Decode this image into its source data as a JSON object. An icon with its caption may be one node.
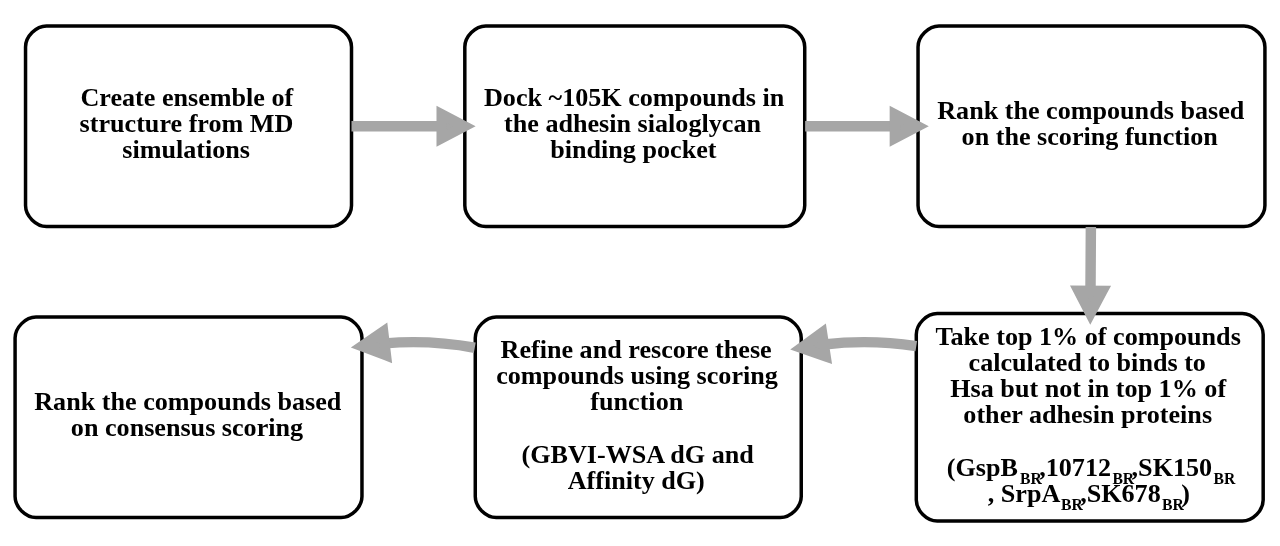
{
  "diagram": {
    "nodes": [
      {
        "text": [
          "Create ensemble of structure from MD simulations"
        ]
      },
      {
        "text": [
          "Dock ~105K compounds in the adhesin sialoglycan binding pocket"
        ]
      },
      {
        "text": [
          "Rank the compounds based on the scoring function"
        ]
      },
      {
        "text": [
          "Take top 1% of compounds calculated to binds to Hsa but not in top 1% of other adhesin proteins",
          "(GspB$_{BR}$,10712$_{BR}$,SK150$_{BR}$ , SrpA$_{BR}$,SK678$_{BR}$)"
        ]
      },
      {
        "text": [
          "Refine and rescore these compounds using scoring function",
          "(GBVI-WSA dG and Affinity dG)"
        ]
      },
      {
        "text": [
          "Rank the compounds based on consensus scoring"
        ]
      }
    ],
    "edges": [
      {
        "from": 0,
        "to": 1,
        "arrow": "to"
      },
      {
        "from": 1,
        "to": 2,
        "arrow": "to"
      },
      {
        "from": 2,
        "to": 3,
        "arrow": "to"
      },
      {
        "from": 3,
        "to": 4,
        "arrow": "to"
      },
      {
        "from": 4,
        "to": 5,
        "arrow": "to"
      }
    ]
  }
}
